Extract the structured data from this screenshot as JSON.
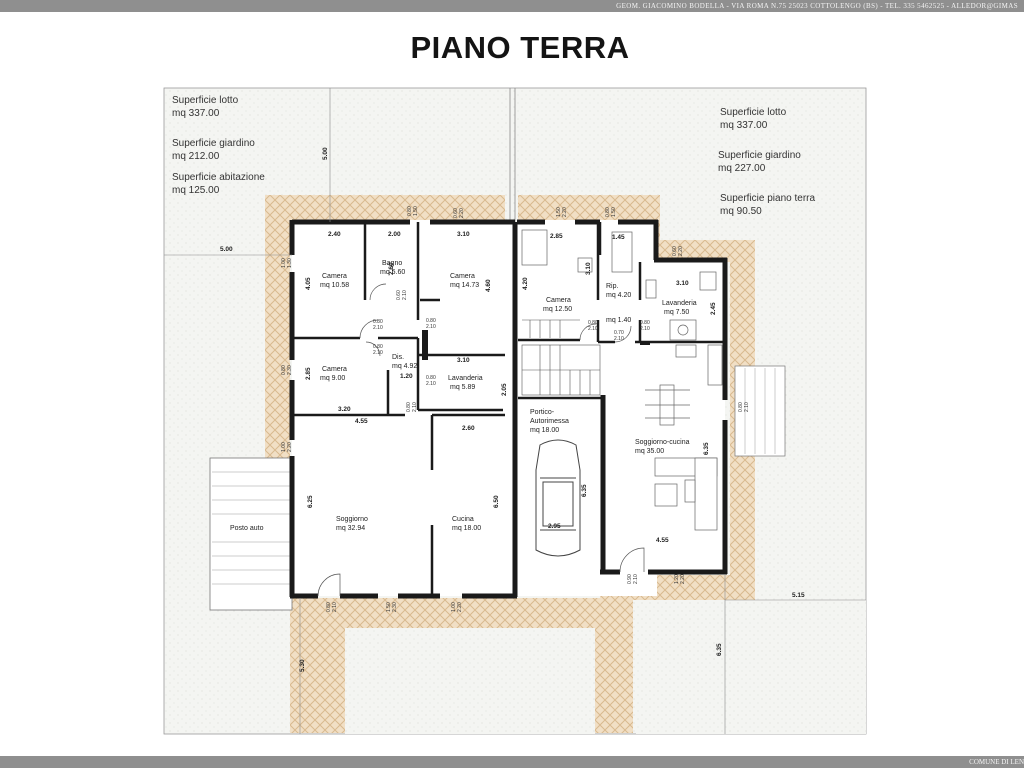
{
  "header": {
    "studio_text": "GEOM. GIACOMINO BODELLA - VIA ROMA N.75 25023 COTTOLENGO (BS) - TEL. 335 5462525 - ALLEDOR@GIMAS"
  },
  "footer": {
    "text": "COMUNE DI LEN"
  },
  "title": "PIANO TERRA",
  "left_unit": {
    "lotto_label": "Superficie lotto",
    "lotto_value": "mq  337.00",
    "giardino_label": "Superficie giardino",
    "giardino_value": "mq 212.00",
    "abitazione_label": "Superficie abitazione",
    "abitazione_value": "mq 125.00"
  },
  "right_unit": {
    "lotto_label": "Superficie lotto",
    "lotto_value": "mq  337.00",
    "giardino_label": "Superficie giardino",
    "giardino_value": "mq 227.00",
    "piano_label": "Superficie piano terra",
    "piano_value": "mq  90.50"
  },
  "rooms": {
    "camera1_name": "Camera",
    "camera1_area": "mq 10.58",
    "bagno_name": "Bagno",
    "bagno_area": "mq 5.60",
    "camera2_name": "Camera",
    "camera2_area": "mq 14.73",
    "camera3_name": "Camera",
    "camera3_area": "mq 9.00",
    "dis_name": "Dis.",
    "dis_area": "mq 4.92",
    "lav_left_name": "Lavanderia",
    "lav_left_area": "mq  5.89",
    "soggiorno_name": "Soggiorno",
    "soggiorno_area": "mq 32.94",
    "cucina_name": "Cucina",
    "cucina_area": "mq 18.00",
    "posto_auto": "Posto auto",
    "camera_r_name": "Camera",
    "camera_r_area": "mq 12.50",
    "rip_name": "Rip.",
    "rip_area": "mq 4.20",
    "lav_right_name": "Lavanderia",
    "lav_right_area": "mq  7.50",
    "dis_r_area": "mq 1.40",
    "portico_name": "Portico-",
    "portico_name2": "Autorimessa",
    "portico_area": "mq 18.00",
    "sogg_cucina_name": "Soggiorno-cucina",
    "sogg_cucina_area": "mq 35.00"
  },
  "dims": {
    "d_2_40": "2.40",
    "d_2_00": "2.00",
    "d_3_10a": "3.10",
    "d_2_85": "2.85",
    "d_1_45": "1.45",
    "d_3_10b": "3.10",
    "d_3_10c": "3.10",
    "d_3_20": "3.20",
    "d_4_55a": "4.55",
    "d_2_60": "2.60",
    "d_1_20": "1.20",
    "d_2_95": "2.95",
    "d_4_55b": "4.55",
    "d_5_00h": "5.00",
    "d_5_15": "5.15",
    "v_5_00": "5.00",
    "v_4_05": "4.05",
    "v_2_60": "2.60",
    "v_4_60": "4.60",
    "v_2_85": "2.85",
    "v_2_05": "2.05",
    "v_6_25": "6.25",
    "v_6_50": "6.50",
    "v_4_20": "4.20",
    "v_3_10": "3.10",
    "v_6_35a": "6.35",
    "v_6_35b": "6.35",
    "v_2_45": "2.45",
    "v_5_30": "5.30",
    "v_6_35c": "6.35",
    "door_080": "0.80",
    "door_210": "2.10",
    "door_060": "0.60",
    "door_100": "1.00",
    "door_220": "2.20",
    "door_150": "1.50",
    "door_230": "2.30",
    "door_140": "1.40",
    "door_270": "2.70",
    "door_090": "0.90",
    "door_070": "0.70",
    "door_120": "1.20",
    "door_130": "1.30"
  },
  "colors": {
    "hatch": "#e3c9a4",
    "garden": "#f3f4f1",
    "wall": "#1a1a1a",
    "line": "#8a8a8a"
  }
}
